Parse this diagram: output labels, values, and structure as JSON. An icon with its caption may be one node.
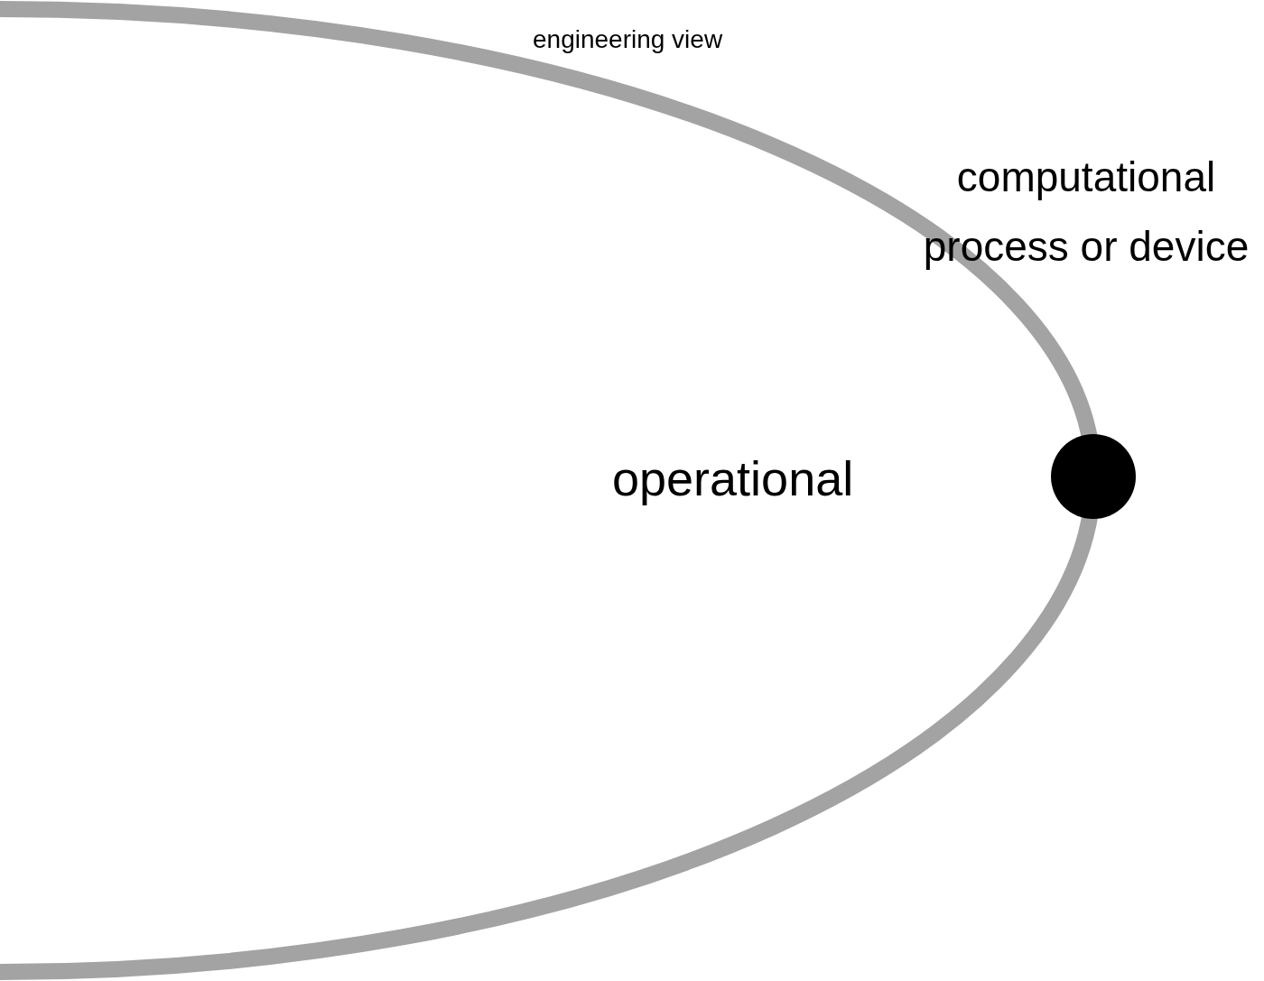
{
  "diagram": {
    "nodes": [
      {
        "text": [
          "engineering view",
          "operational"
        ]
      },
      {
        "text": [],
        "shape": "circle"
      }
    ],
    "labels": [
      "computational process or device"
    ]
  }
}
